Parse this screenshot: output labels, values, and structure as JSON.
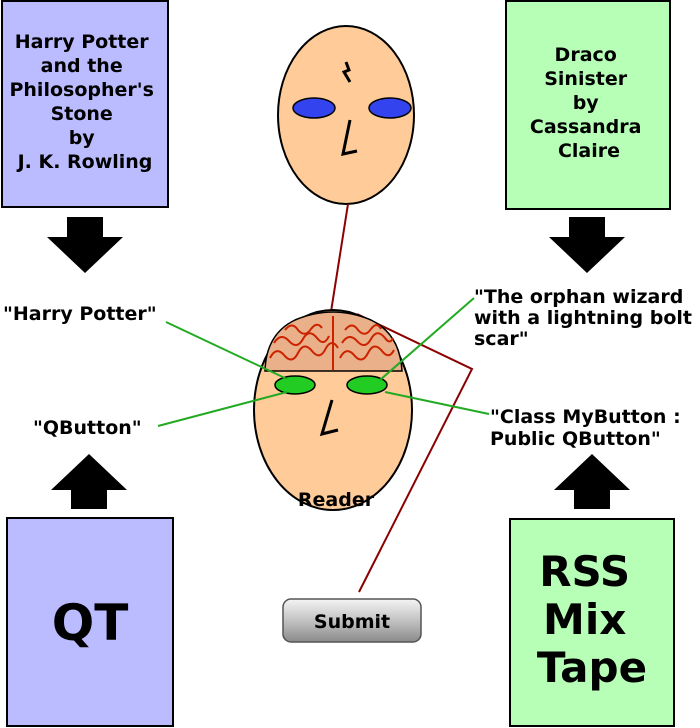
{
  "colors": {
    "purple_box": "#bbbbff",
    "green_box": "#b7ffb7",
    "face": "#ffcc99",
    "eye_blue": "#3344ee",
    "eye_green": "#22cc22",
    "line_red": "#8b0000",
    "line_green": "#22aa22",
    "brain": "#e9b08a",
    "brain_stroke": "#cc2200"
  },
  "boxes": {
    "top_left": [
      "Harry Potter",
      "and the",
      "Philosopher's",
      "Stone",
      "by",
      "J. K. Rowling"
    ],
    "top_right": [
      "Draco",
      "Sinister",
      "by",
      "Cassandra",
      "Claire"
    ],
    "bottom_left": [
      "QT"
    ],
    "bottom_right": [
      "RSS",
      "Mix",
      "Tape"
    ]
  },
  "labels": {
    "harry_potter": "\"Harry Potter\"",
    "orphan_wizard": [
      "\"The orphan wizard",
      "with a lightning bolt",
      "scar\""
    ],
    "qbutton": "\"QButton\"",
    "class_mybutton": [
      "\"Class MyButton :",
      "Public QButton\""
    ],
    "reader": "Reader"
  },
  "button": {
    "submit": "Submit"
  }
}
